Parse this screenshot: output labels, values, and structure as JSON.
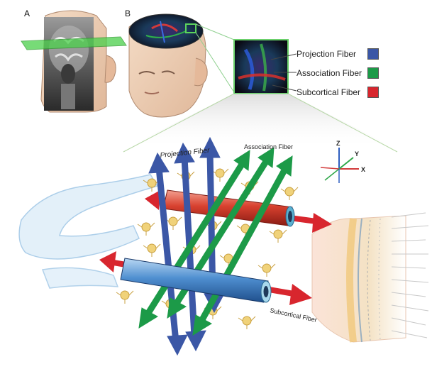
{
  "panels": {
    "a_label": "A",
    "b_label": "B"
  },
  "legend": {
    "items": [
      {
        "label": "Projection Fiber",
        "color": "#3b57a6"
      },
      {
        "label": "Association Fiber",
        "color": "#1c9a48"
      },
      {
        "label": "Subcortical Fiber",
        "color": "#d8262e"
      }
    ]
  },
  "diagram_labels": {
    "projection": "Projection Fiber",
    "association": "Association Fiber",
    "subcortical": "Subcortical Fiber"
  },
  "axes": {
    "z": "Z",
    "y": "Y",
    "x": "X"
  }
}
